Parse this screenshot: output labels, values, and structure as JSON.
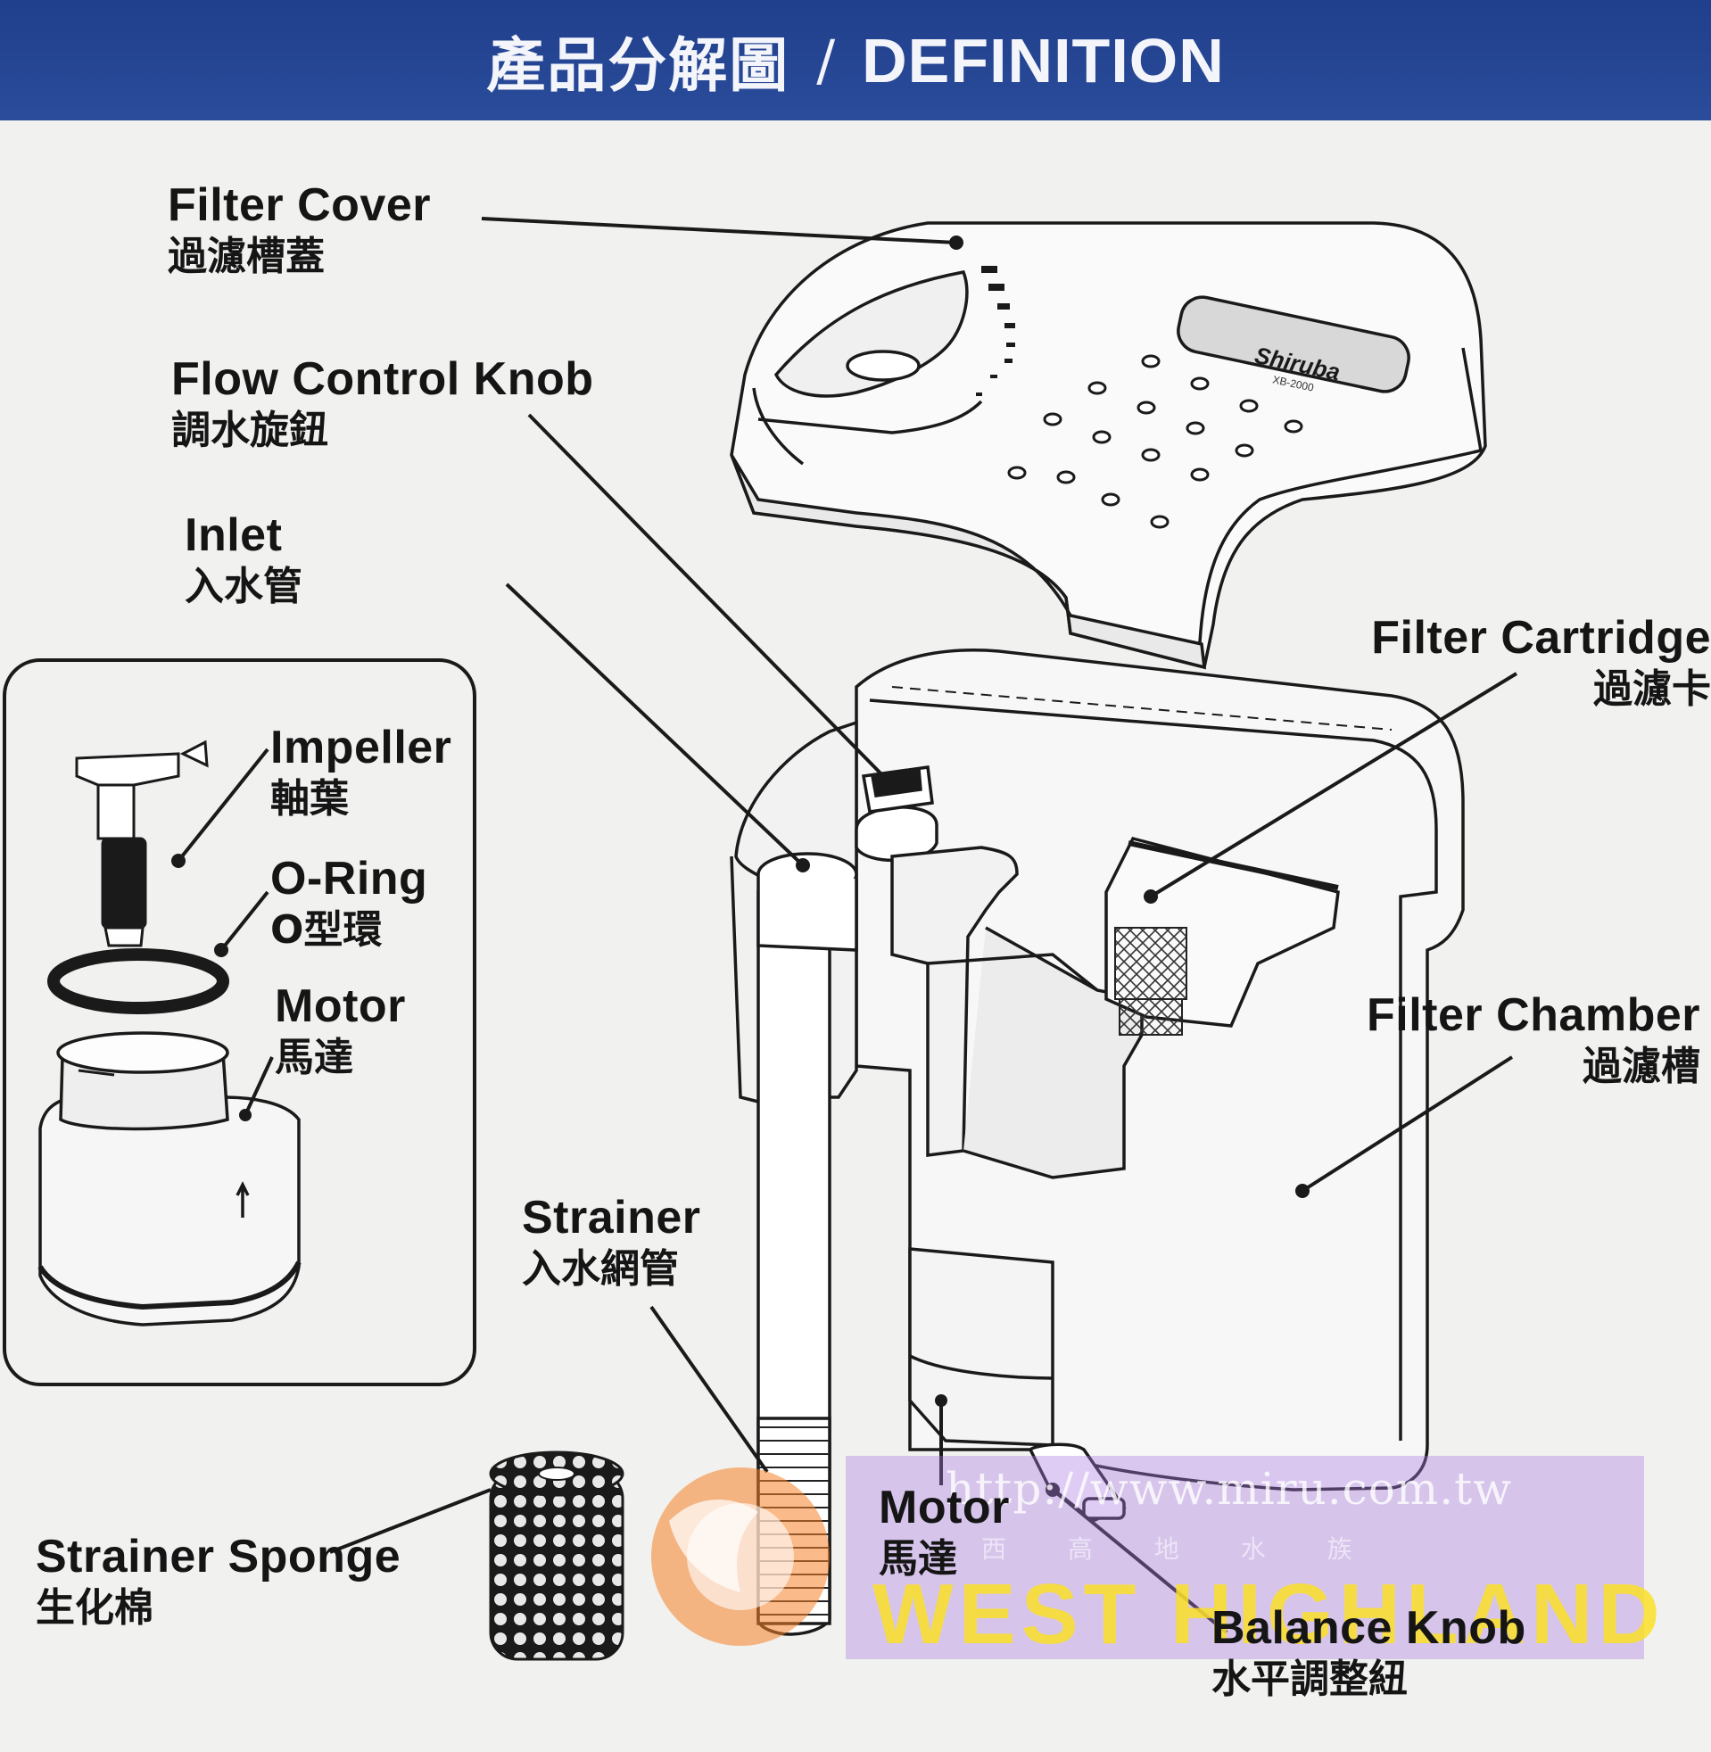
{
  "header": {
    "title_zh": "產品分解圖",
    "separator": "/",
    "title_en": "DEFINITION"
  },
  "parts": {
    "filter_cover": {
      "en": "Filter Cover",
      "zh": "過濾槽蓋"
    },
    "flow_control_knob": {
      "en": "Flow Control Knob",
      "zh": "調水旋鈕"
    },
    "inlet": {
      "en": "Inlet",
      "zh": "入水管"
    },
    "impeller": {
      "en": "Impeller",
      "zh": "軸葉"
    },
    "o_ring": {
      "en": "O-Ring",
      "zh": "O型環"
    },
    "motor_detail": {
      "en": "Motor",
      "zh": "馬達"
    },
    "filter_cartridge": {
      "en": "Filter Cartridge",
      "zh": "過濾卡"
    },
    "filter_chamber": {
      "en": "Filter Chamber",
      "zh": "過濾槽"
    },
    "strainer": {
      "en": "Strainer",
      "zh": "入水網管"
    },
    "strainer_sponge": {
      "en": "Strainer Sponge",
      "zh": "生化棉"
    },
    "motor_assembly": {
      "en": "Motor",
      "zh": "馬達"
    },
    "balance_knob": {
      "en": "Balance Knob",
      "zh": "水平調整紐"
    }
  },
  "cover_badge": {
    "brand": "Shiruba",
    "model": "XB-2000"
  },
  "watermark": {
    "url": "http://www.miru.com.tw",
    "subtitle": "西 高 地 水 族",
    "brand": "WEST HIGHLAND"
  },
  "colors": {
    "header_blue": "#233f8c",
    "paper": "#f1f2ef",
    "ink": "#151515",
    "watermark_purple": "#b47ce6",
    "watermark_yellow": "#f5dc2a"
  }
}
